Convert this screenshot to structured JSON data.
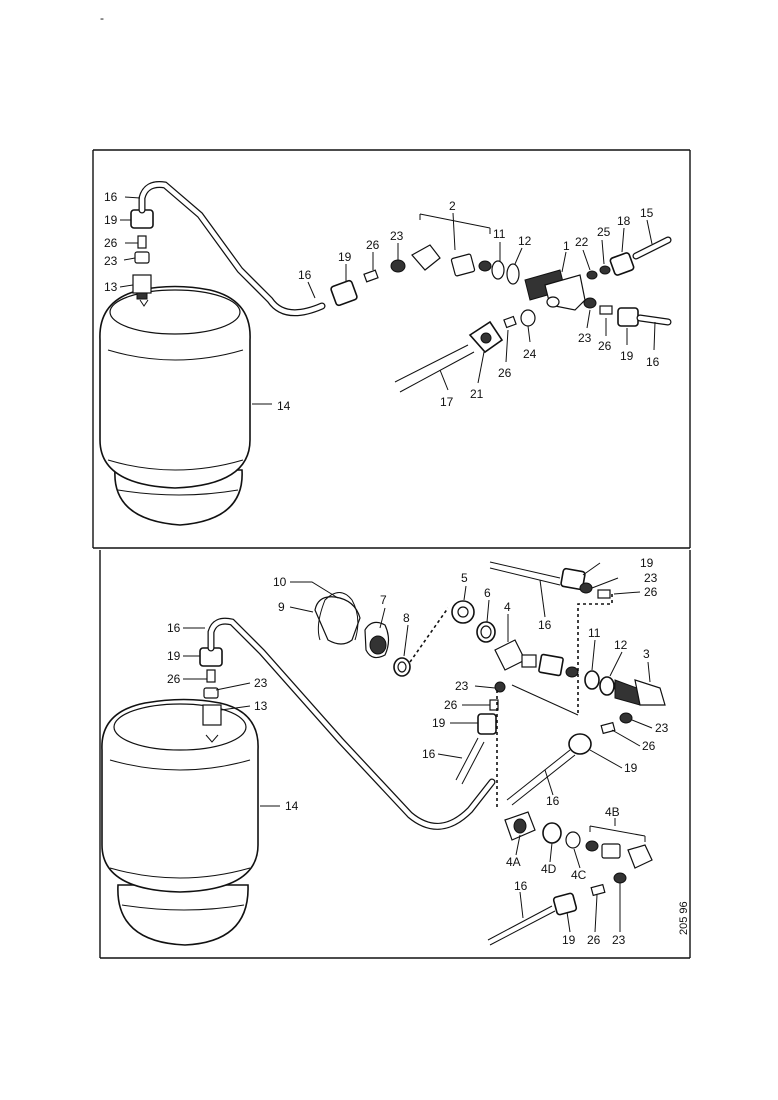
{
  "figure_id": "205 96",
  "top_panel": {
    "labels": [
      "16",
      "19",
      "26",
      "23",
      "13",
      "14",
      "16",
      "19",
      "26",
      "23",
      "2",
      "11",
      "12",
      "1",
      "22",
      "25",
      "18",
      "15",
      "23",
      "26",
      "19",
      "16",
      "24",
      "26",
      "21",
      "17"
    ]
  },
  "bottom_panel": {
    "labels": [
      "10",
      "9",
      "7",
      "8",
      "5",
      "6",
      "4",
      "19",
      "23",
      "26",
      "16",
      "16",
      "19",
      "26",
      "23",
      "13",
      "14",
      "23",
      "26",
      "19",
      "16",
      "11",
      "12",
      "3",
      "23",
      "26",
      "19",
      "16",
      "4A",
      "4D",
      "4C",
      "4B",
      "16",
      "19",
      "26",
      "23"
    ]
  }
}
